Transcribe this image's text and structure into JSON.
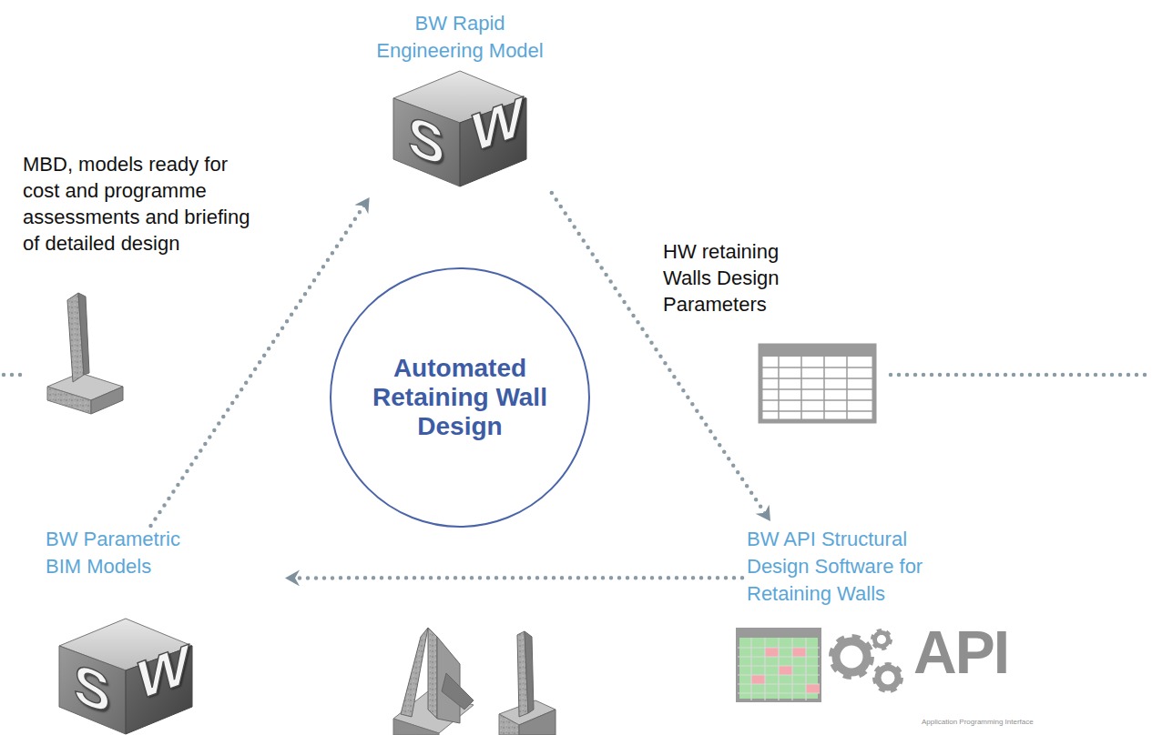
{
  "diagram": {
    "nodes": [
      {
        "text": [
          "BW Rapid Engineering Model"
        ]
      },
      {
        "text": [
          "Automated Retaining Wall Design"
        ]
      },
      {
        "text": [
          "BW Parametric BIM Models"
        ]
      },
      {
        "text": [
          "BW API Structural Design Software for Retaining Walls"
        ]
      }
    ],
    "edges": [
      {
        "from": 0,
        "to": 3,
        "arrow": "to",
        "label": "HW retaining Walls Design Parameters"
      },
      {
        "from": 3,
        "to": 2,
        "arrow": "to"
      },
      {
        "from": 2,
        "to": 0,
        "arrow": "to",
        "label": "MBD, models ready for cost and programme assessments and briefing of detailed design"
      }
    ],
    "labels": [
      "S",
      "W",
      "S",
      "W",
      "API",
      "Application Programming Interface"
    ]
  }
}
